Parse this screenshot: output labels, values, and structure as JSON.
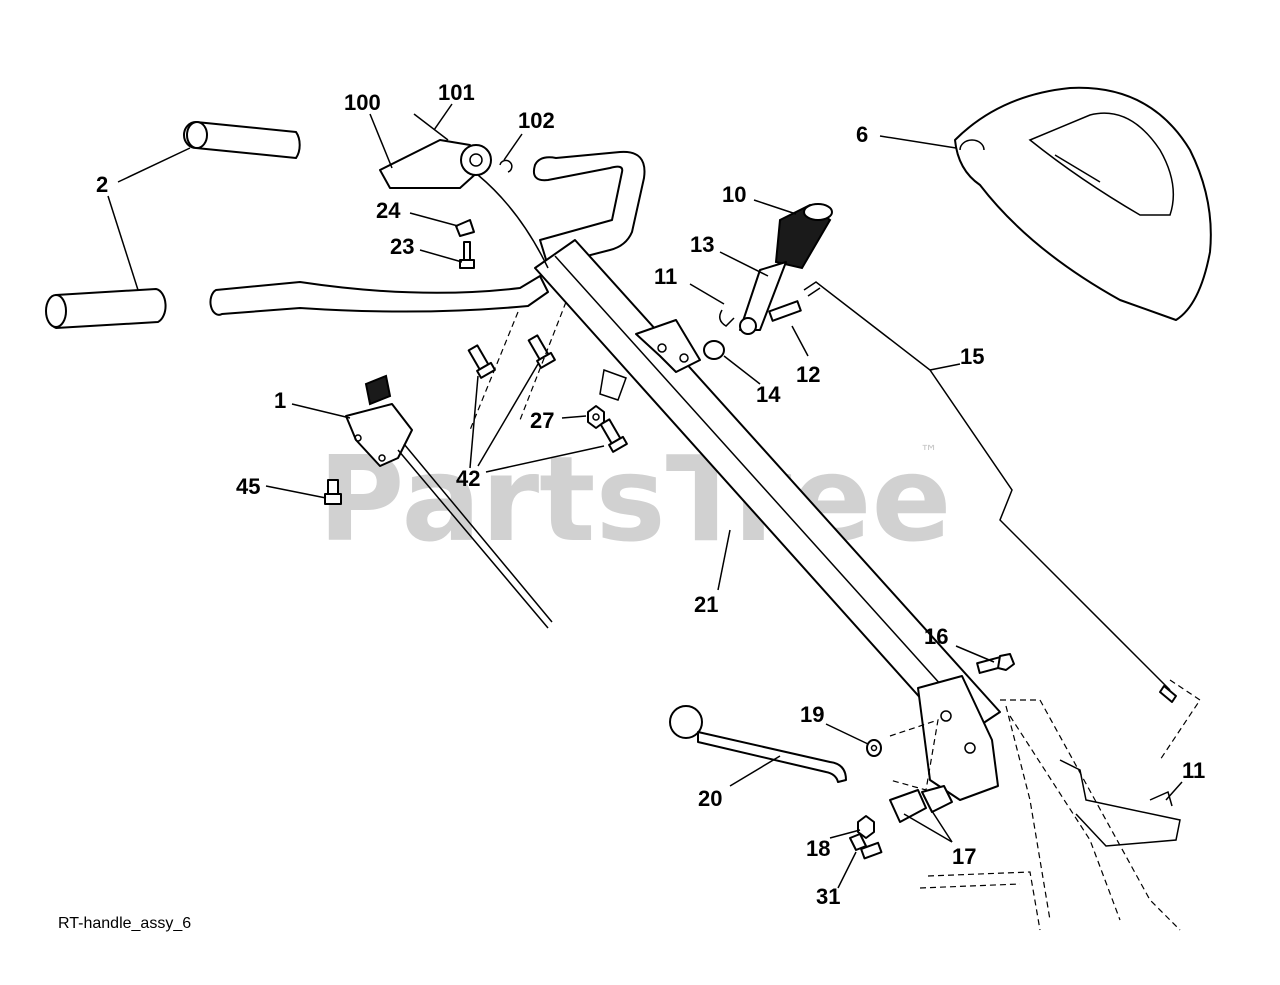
{
  "watermark": {
    "text": "PartsTree",
    "trademark": "™"
  },
  "caption": "RT-handle_assy_6",
  "callouts": {
    "c1": "1",
    "c2": "2",
    "c6": "6",
    "c10": "10",
    "c11a": "11",
    "c11b": "11",
    "c12": "12",
    "c13": "13",
    "c14": "14",
    "c15": "15",
    "c16": "16",
    "c17": "17",
    "c18": "18",
    "c19": "19",
    "c20": "20",
    "c21": "21",
    "c23": "23",
    "c24": "24",
    "c27": "27",
    "c31": "31",
    "c42": "42",
    "c45": "45",
    "c100": "100",
    "c101": "101",
    "c102": "102"
  }
}
